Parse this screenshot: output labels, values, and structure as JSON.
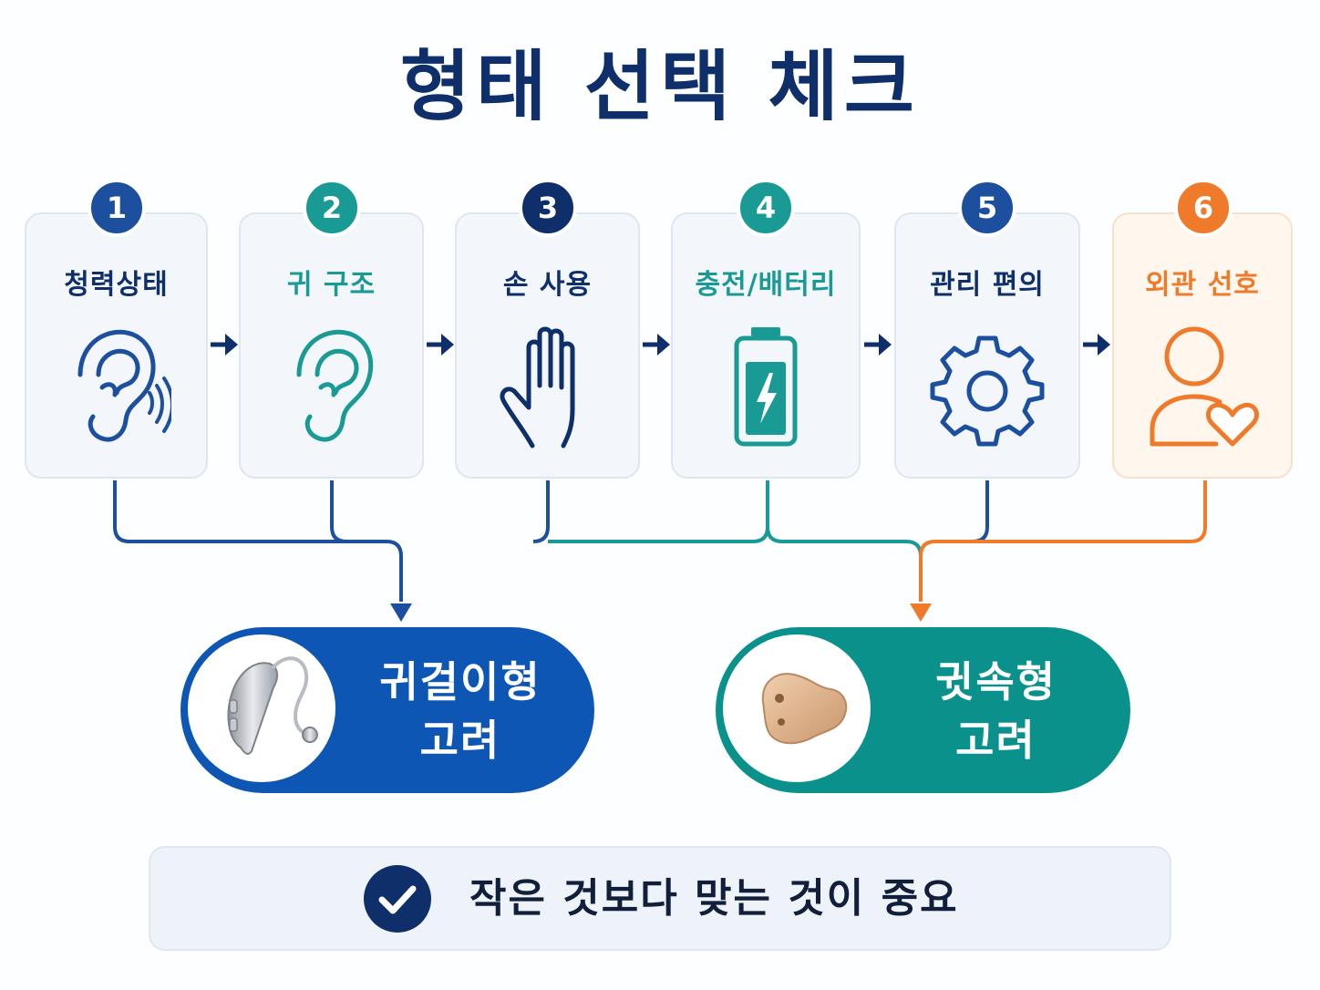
{
  "title": "형태 선택 체크",
  "colors": {
    "navy": "#0f2f6b",
    "blue": "#1d55b4",
    "teal": "#1a9a94",
    "orange": "#ee7a2a"
  },
  "steps": [
    {
      "number": "1",
      "label": "청력상태",
      "icon": "ear-with-sound-icon",
      "color": "#1d4f9f"
    },
    {
      "number": "2",
      "label": "귀 구조",
      "icon": "ear-icon",
      "color": "#1a9a94"
    },
    {
      "number": "3",
      "label": "손 사용",
      "icon": "hand-icon",
      "color": "#0f2f6b"
    },
    {
      "number": "4",
      "label": "충전/배터리",
      "icon": "battery-charging-icon",
      "color": "#1a9a94"
    },
    {
      "number": "5",
      "label": "관리 편의",
      "icon": "gear-icon",
      "color": "#1d4f9f"
    },
    {
      "number": "6",
      "label": "외관 선호",
      "icon": "person-heart-icon",
      "color": "#ee7a2a"
    }
  ],
  "results": [
    {
      "line1": "귀걸이형",
      "line2": "고려",
      "icon": "behind-the-ear-hearing-aid-icon"
    },
    {
      "line1": "귓속형",
      "line2": "고려",
      "icon": "in-the-ear-hearing-aid-icon"
    }
  ],
  "banner": {
    "text": "작은 것보다 맞는 것이 중요",
    "icon": "check-circle-icon"
  }
}
